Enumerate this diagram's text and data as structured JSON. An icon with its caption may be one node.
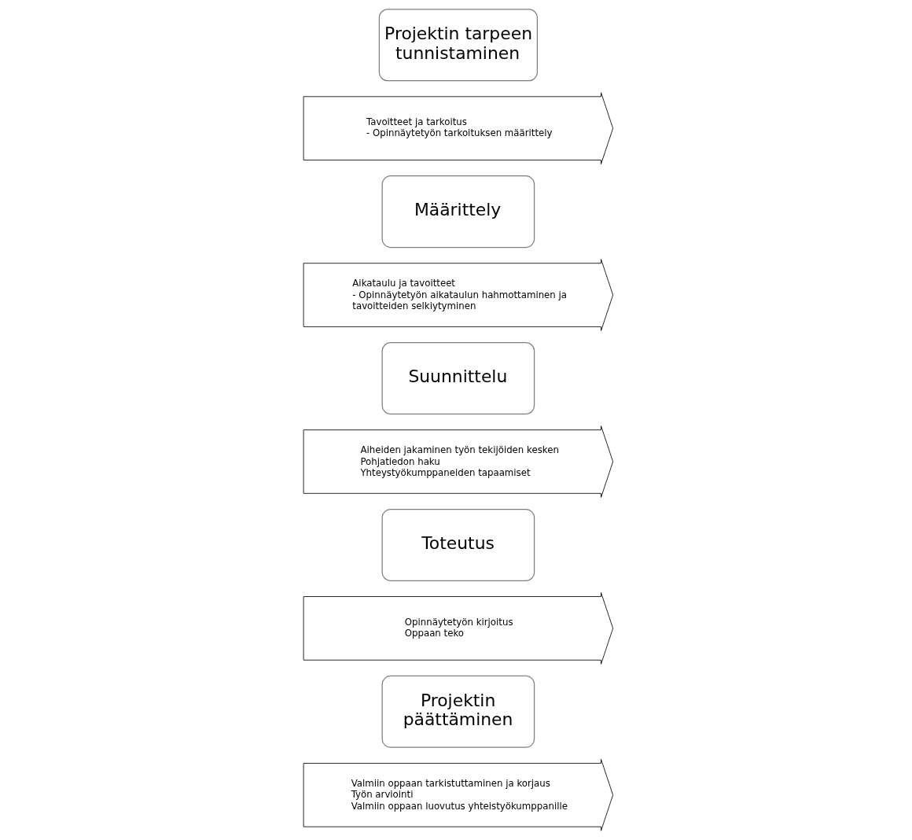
{
  "diagram": {
    "nodes": [
      {
        "text": [
          "Projektin tarpeen tunnistaminen"
        ]
      },
      {
        "text": [
          "Tavoitteet ja tarkoitus",
          "- Opinnäytetyön tarkoituksen määrittely"
        ]
      },
      {
        "text": [
          "Määrittely"
        ]
      },
      {
        "text": [
          "Aikataulu ja tavoitteet",
          "- Opinnäytetyön aikataulun hahmottaminen ja tavoitteiden selkiytyminen"
        ]
      },
      {
        "text": [
          "Suunnittelu"
        ]
      },
      {
        "text": [
          "Aiheiden jakaminen työn tekijöiden kesken",
          "Pohjatiedon haku",
          "Yhteystyökumppaneiden tapaamiset"
        ]
      },
      {
        "text": [
          "Toteutus"
        ]
      },
      {
        "text": [
          "Opinnäytetyön kirjoitus",
          "Oppaan teko"
        ]
      },
      {
        "text": [
          "Projektin päättäminen"
        ]
      },
      {
        "text": [
          "Valmiin oppaan tarkistuttaminen ja korjaus",
          "Työn arviointi",
          "Valmiin oppaan luovutus yhteistyökumppanille"
        ]
      }
    ]
  }
}
